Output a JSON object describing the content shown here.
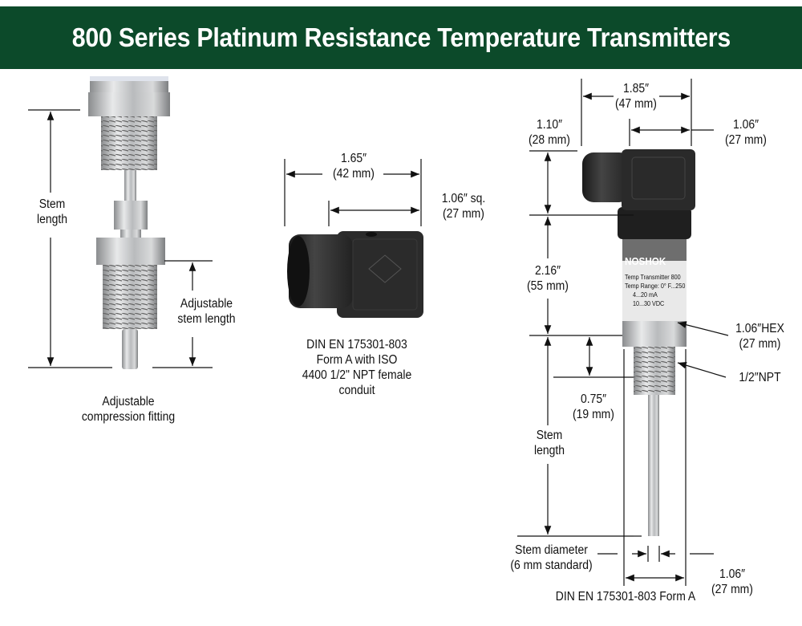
{
  "title": "800 Series Platinum Resistance Temperature Transmitters",
  "left_fitting": {
    "stem_length": [
      "Stem",
      "length"
    ],
    "adjustable_stem": [
      "Adjustable",
      "stem length"
    ],
    "caption": [
      "Adjustable",
      "compression fitting"
    ]
  },
  "connector": {
    "width": [
      "1.65″",
      "(42 mm)"
    ],
    "square": [
      "1.06″ sq.",
      "(27 mm)"
    ],
    "caption": [
      "DIN EN 175301-803",
      "Form A with ISO",
      "4400 1/2\" NPT female",
      "conduit"
    ]
  },
  "transmitter": {
    "top_width": [
      "1.85″",
      "(47 mm)"
    ],
    "connector_height": [
      "1.10″",
      "(28 mm)"
    ],
    "connector_depth": [
      "1.06″",
      "(27 mm)"
    ],
    "body_height": [
      "2.16″",
      "(55 mm)"
    ],
    "hex": [
      "1.06″HEX",
      "(27 mm)"
    ],
    "npt": "1/2″NPT",
    "thread_length": [
      "0.75″",
      "(19 mm)"
    ],
    "stem_length": [
      "Stem",
      "length"
    ],
    "stem_diameter": [
      "Stem diameter",
      "(6 mm standard)"
    ],
    "body_diameter": [
      "1.06″",
      "(27 mm)"
    ],
    "caption": "DIN EN 175301-803 Form A",
    "label": {
      "brand": "NOSHOK",
      "lines": [
        "Temp Transmitter 800",
        "Temp Range:  0° F...250",
        "4...20 mA",
        "10...30 VDC"
      ]
    }
  }
}
